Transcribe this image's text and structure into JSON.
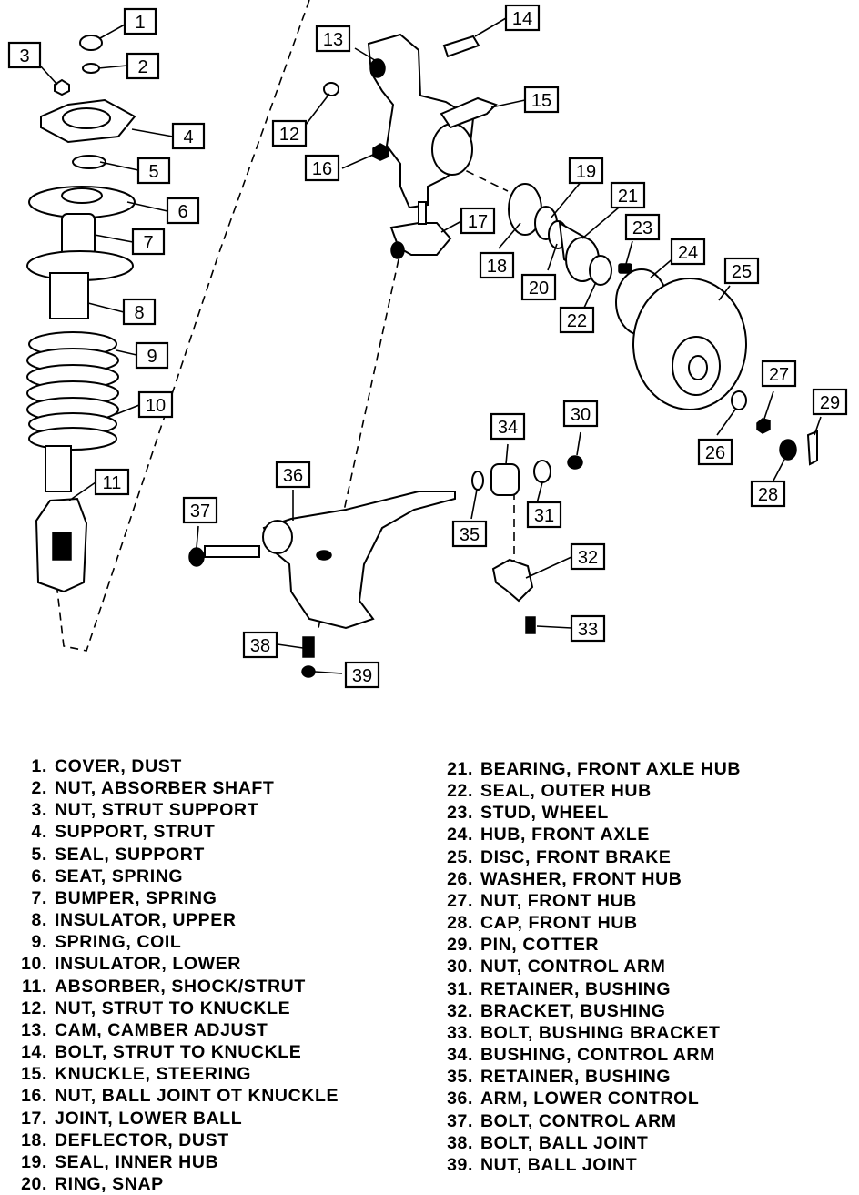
{
  "callouts": [
    "1",
    "2",
    "3",
    "4",
    "5",
    "6",
    "7",
    "8",
    "9",
    "10",
    "11",
    "12",
    "13",
    "14",
    "15",
    "16",
    "17",
    "18",
    "19",
    "20",
    "21",
    "22",
    "23",
    "24",
    "25",
    "26",
    "27",
    "28",
    "29",
    "30",
    "31",
    "32",
    "33",
    "34",
    "35",
    "36",
    "37",
    "38",
    "39"
  ],
  "legend_left": [
    {
      "num": "1.",
      "text": "COVER, DUST"
    },
    {
      "num": "2.",
      "text": "NUT, ABSORBER SHAFT"
    },
    {
      "num": "3.",
      "text": "NUT, STRUT SUPPORT"
    },
    {
      "num": "4.",
      "text": "SUPPORT, STRUT"
    },
    {
      "num": "5.",
      "text": "SEAL, SUPPORT"
    },
    {
      "num": "6.",
      "text": "SEAT, SPRING"
    },
    {
      "num": "7.",
      "text": "BUMPER, SPRING"
    },
    {
      "num": "8.",
      "text": "INSULATOR, UPPER"
    },
    {
      "num": "9.",
      "text": "SPRING, COIL"
    },
    {
      "num": "10.",
      "text": "INSULATOR, LOWER"
    },
    {
      "num": "11.",
      "text": "ABSORBER, SHOCK/STRUT"
    },
    {
      "num": "12.",
      "text": "NUT, STRUT TO KNUCKLE"
    },
    {
      "num": "13.",
      "text": "CAM, CAMBER ADJUST"
    },
    {
      "num": "14.",
      "text": "BOLT, STRUT TO KNUCKLE"
    },
    {
      "num": "15.",
      "text": "KNUCKLE, STEERING"
    },
    {
      "num": "16.",
      "text": "NUT, BALL JOINT OT KNUCKLE"
    },
    {
      "num": "17.",
      "text": "JOINT, LOWER BALL"
    },
    {
      "num": "18.",
      "text": "DEFLECTOR, DUST"
    },
    {
      "num": "19.",
      "text": "SEAL, INNER HUB"
    },
    {
      "num": "20.",
      "text": "RING, SNAP"
    }
  ],
  "legend_right": [
    {
      "num": "21.",
      "text": "BEARING, FRONT AXLE HUB"
    },
    {
      "num": "22.",
      "text": "SEAL, OUTER HUB"
    },
    {
      "num": "23.",
      "text": "STUD, WHEEL"
    },
    {
      "num": "24.",
      "text": "HUB, FRONT AXLE"
    },
    {
      "num": "25.",
      "text": "DISC, FRONT BRAKE"
    },
    {
      "num": "26.",
      "text": "WASHER, FRONT HUB"
    },
    {
      "num": "27.",
      "text": "NUT, FRONT HUB"
    },
    {
      "num": "28.",
      "text": "CAP, FRONT HUB"
    },
    {
      "num": "29.",
      "text": "PIN, COTTER"
    },
    {
      "num": "30.",
      "text": "NUT, CONTROL ARM"
    },
    {
      "num": "31.",
      "text": "RETAINER, BUSHING"
    },
    {
      "num": "32.",
      "text": "BRACKET, BUSHING"
    },
    {
      "num": "33.",
      "text": "BOLT, BUSHING BRACKET"
    },
    {
      "num": "34.",
      "text": "BUSHING, CONTROL ARM"
    },
    {
      "num": "35.",
      "text": "RETAINER, BUSHING"
    },
    {
      "num": "36.",
      "text": "ARM, LOWER CONTROL"
    },
    {
      "num": "37.",
      "text": "BOLT, CONTROL ARM"
    },
    {
      "num": "38.",
      "text": "BOLT, BALL JOINT"
    },
    {
      "num": "39.",
      "text": "NUT, BALL JOINT"
    }
  ]
}
